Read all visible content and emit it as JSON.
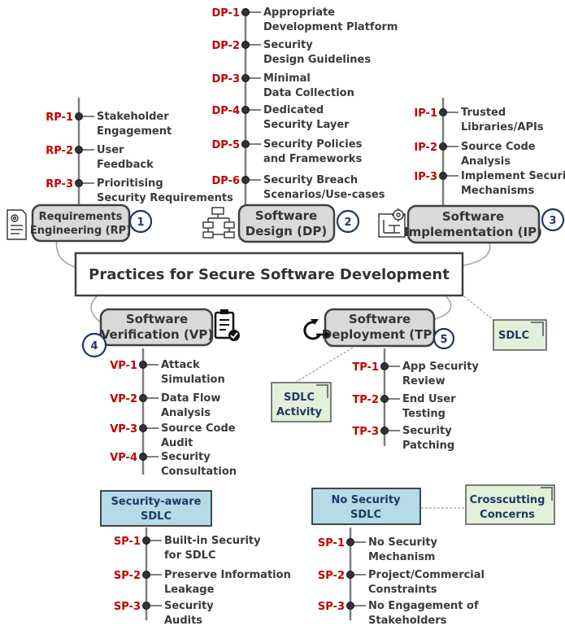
{
  "title": "Practices for Secure Software Development",
  "phases": {
    "rp": {
      "line1": "Requirements",
      "line2": "Engineering (RP)",
      "num": "1"
    },
    "dp": {
      "line1": "Software",
      "line2": "Design (DP)",
      "num": "2"
    },
    "ip": {
      "line1": "Software",
      "line2": "Implementation (IP)",
      "num": "3"
    },
    "vp": {
      "line1": "Software",
      "line2": "Verification (VP)",
      "num": "4"
    },
    "tp": {
      "line1": "Software",
      "line2": "Deployment (TP)",
      "num": "5"
    }
  },
  "practices": {
    "dp": [
      {
        "code": "DP-1",
        "l1": "Appropriate",
        "l2": "Development Platform"
      },
      {
        "code": "DP-2",
        "l1": "Security",
        "l2": "Design Guidelines"
      },
      {
        "code": "DP-3",
        "l1": "Minimal",
        "l2": "Data Collection"
      },
      {
        "code": "DP-4",
        "l1": "Dedicated",
        "l2": "Security Layer"
      },
      {
        "code": "DP-5",
        "l1": "Security Policies",
        "l2": "and Frameworks"
      },
      {
        "code": "DP-6",
        "l1": "Security Breach",
        "l2": "Scenarios/Use-cases"
      }
    ],
    "rp": [
      {
        "code": "RP-1",
        "l1": "Stakeholder",
        "l2": "Engagement"
      },
      {
        "code": "RP-2",
        "l1": "User",
        "l2": "Feedback"
      },
      {
        "code": "RP-3",
        "l1": "Prioritising",
        "l2": "Security Requirements"
      }
    ],
    "ip": [
      {
        "code": "IP-1",
        "l1": "Trusted",
        "l2": "Libraries/APIs"
      },
      {
        "code": "IP-2",
        "l1": "Source Code",
        "l2": "Analysis"
      },
      {
        "code": "IP-3",
        "l1": "Implement Security",
        "l2": "Mechanisms"
      }
    ],
    "vp": [
      {
        "code": "VP-1",
        "l1": "Attack",
        "l2": "Simulation"
      },
      {
        "code": "VP-2",
        "l1": "Data Flow",
        "l2": "Analysis"
      },
      {
        "code": "VP-3",
        "l1": "Source Code",
        "l2": "Audit"
      },
      {
        "code": "VP-4",
        "l1": "Security",
        "l2": "Consultation"
      }
    ],
    "tp": [
      {
        "code": "TP-1",
        "l1": "App Security",
        "l2": "Review"
      },
      {
        "code": "TP-2",
        "l1": "End User",
        "l2": "Testing"
      },
      {
        "code": "TP-3",
        "l1": "Security",
        "l2": "Patching"
      }
    ],
    "sp_aware": [
      {
        "code": "SP-1",
        "l1": "Built-in Security",
        "l2": "for SDLC"
      },
      {
        "code": "SP-2",
        "l1": "Preserve Information",
        "l2": "Leakage"
      },
      {
        "code": "SP-3",
        "l1": "Security",
        "l2": "Audits"
      }
    ],
    "sp_none": [
      {
        "code": "SP-1",
        "l1": "No Security",
        "l2": "Mechanism"
      },
      {
        "code": "SP-2",
        "l1": "Project/Commercial",
        "l2": "Constraints"
      },
      {
        "code": "SP-3",
        "l1": "No Engagement of",
        "l2": "Stakeholders"
      }
    ]
  },
  "boxes": {
    "aware": {
      "line1": "Security-aware",
      "line2": "SDLC"
    },
    "none": {
      "line1": "No Security",
      "line2": "SDLC"
    }
  },
  "legend": {
    "sdlc": "SDLC",
    "activity": {
      "line1": "SDLC",
      "line2": "Activity"
    },
    "crosscutting": {
      "line1": "Crosscutting",
      "line2": "Concerns"
    }
  },
  "colors": {
    "code": "#c00000",
    "phase_fill": "#d9d9d9",
    "box_fill": "#b4dbe6",
    "legend_fill": "#e2efd9",
    "navy": "#1f3864"
  }
}
